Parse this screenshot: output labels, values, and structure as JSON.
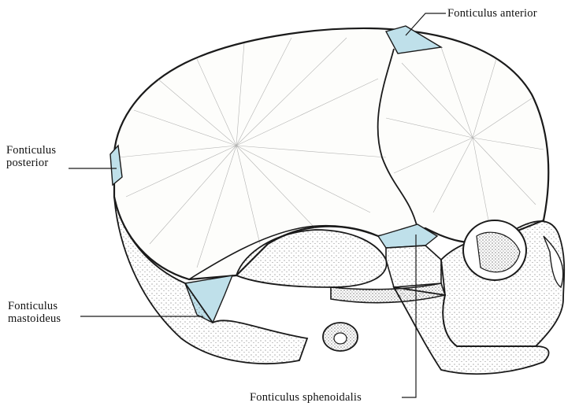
{
  "labels": {
    "anterior": "Fonticulus  anterior",
    "posterior": [
      "Fonticulus",
      "posterior"
    ],
    "mastoid": [
      "Fonticulus",
      "mastoideus"
    ],
    "sphenoid": "Fonticulus  sphenoidalis"
  },
  "colors": {
    "fontanelle_fill": "#bfe0ea",
    "line": "#1a1a1a",
    "bone_fill": "#fbfbf8"
  }
}
